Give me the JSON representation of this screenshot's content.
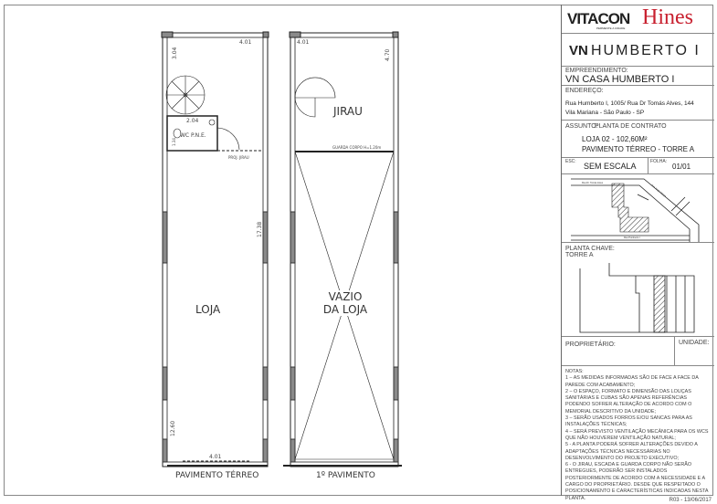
{
  "plans": {
    "ground": {
      "title": "PAVIMENTO TÉRREO",
      "room": "LOJA",
      "wc": "WC P.N.E.",
      "proj": "PROJ. JIRAU",
      "dims": {
        "top": "4.01",
        "left_top": "3.04",
        "wc": "2.04",
        "wc_side": "1.34",
        "side": "17.38",
        "bottom_side": "12.60",
        "bottom": "4.01"
      }
    },
    "first": {
      "title": "1º PAVIMENTO",
      "room": "JIRAU",
      "void": "VAZIO DA LOJA",
      "guard": "GUARDA CORPO H=1.20m",
      "dims": {
        "top": "4.01",
        "right_top": "4.70"
      }
    }
  },
  "title_block": {
    "logo_vitacon": "VITACON",
    "logo_tagline": "PERMENTE A CIDADE",
    "logo_hines": "Hines",
    "project_logo": "HUMBERTO I",
    "project_logo_prefix": "VN",
    "empreendimento_label": "EMPREENDIMENTO:",
    "empreendimento": "VN CASA HUMBERTO I",
    "endereco_label": "ENDEREÇO:",
    "endereco_1": "Rua Humberto I, 1005/ Rua Dr Tomás Alves, 144",
    "endereco_2": "Vila Mariana - São Paulo - SP",
    "assunto_label": "ASSUNTO:",
    "assunto": "PLANTA DE CONTRATO",
    "unit_1": "LOJA 02 - 102,60M²",
    "unit_2": "PAVIMENTO TÉRREO - TORRE A",
    "esc_label": "ESC:",
    "esc": "SEM ESCALA",
    "folha_label": "FOLHA:",
    "folha": "01/01",
    "map": {
      "street_1": "Rua Dr. Tomás Alves",
      "street_2": "Rua Jorge Tibiriçá",
      "street_3": "Rua Humberto I"
    },
    "planta_chave_label": "PLANTA CHAVE:",
    "torre": "TORRE A",
    "proprietario_label": "PROPRIETÁRIO:",
    "unidade_label": "UNIDADE:",
    "notas_label": "NOTAS:",
    "notas": [
      "1 – AS MEDIDAS INFORMADAS SÃO DE FACE A FACE DA PAREDE COM ACABAMENTO;",
      "2 – O ESPAÇO, FORMATO E DIMENSÃO DAS LOUÇAS SANITÁRIAS E CUBAS SÃO APENAS REFERÊNCIAS PODENDO SOFRER ALTERAÇÃO DE ACORDO COM O MEMORIAL DESCRITIVO DA UNIDADE;",
      "3 – SERÃO USADOS FORROS E/OU SANCAS PARA AS INSTALAÇÕES TÉCNICAS;",
      "4 – SERÁ PREVISTO VENTILAÇÃO MECÂNICA PARA OS WCS QUE NÃO HOUVEREM VENTILAÇÃO NATURAL;",
      "5 - A PLANTA PODERÁ SOFRER ALTERAÇÕES DEVIDO A ADAPTAÇÕES TÉCNICAS NECESSÁRIAS NO DESENVOLVIMENTO DO PROJETO EXECUTIVO;",
      "6 - O JIRAU, ESCADA E GUARDA CORPO NÃO SERÃO ENTREGUES, PODERÃO SER INSTALADOS POSTERIORMENTE DE ACORDO COM A NECESSIDADE E A CARGO DO PROPRIETÁRIO. DESDE QUE RESPEITADO O POSICIONAMENTO E CARACTERÍSTICAS INDICADAS NESTA PLANTA."
    ],
    "revision": "R03 - 13/06/2017"
  },
  "colors": {
    "hines_red": "#c8202f",
    "wall_gray": "#8a8a8a"
  }
}
